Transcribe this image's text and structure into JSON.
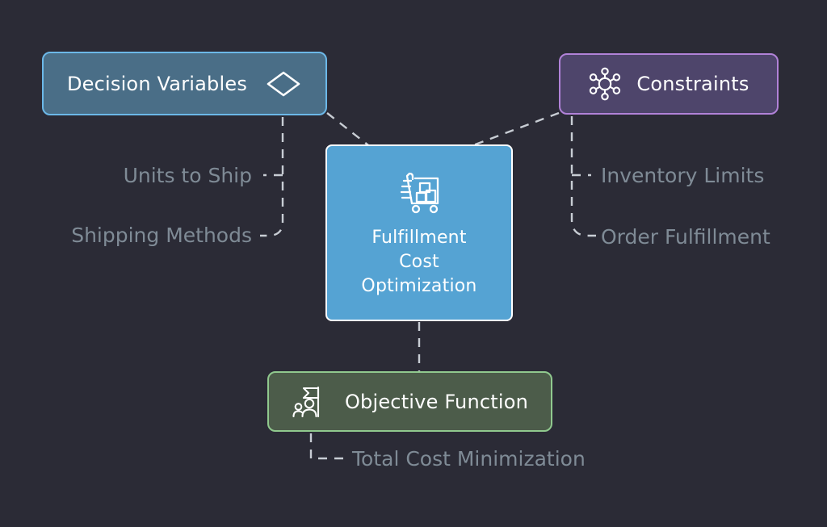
{
  "diagram": {
    "background_color": "#2b2b36",
    "edge_color": "#c8cdd4",
    "leaf_text_color": "#7f8b96",
    "center": {
      "label": "Fulfillment\nCost\nOptimization",
      "icon": "delivery-truck-icon",
      "fill": "#55a3d3",
      "border": "#ffffff"
    },
    "branches": [
      {
        "id": "decision-variables",
        "label": "Decision Variables",
        "icon": "diamond-icon",
        "fill": "#4a6e87",
        "border": "#6cb8e8",
        "leaves": [
          "Units to Ship",
          "Shipping Methods"
        ]
      },
      {
        "id": "constraints",
        "label": "Constraints",
        "icon": "network-hexagon-icon",
        "fill": "#4e456b",
        "border": "#b182d8",
        "leaves": [
          "Inventory Limits",
          "Order Fulfillment"
        ]
      },
      {
        "id": "objective-function",
        "label": "Objective Function",
        "icon": "flag-goal-people-icon",
        "fill": "#4c5c4a",
        "border": "#90c98e",
        "leaves": [
          "Total Cost Minimization"
        ]
      }
    ]
  }
}
